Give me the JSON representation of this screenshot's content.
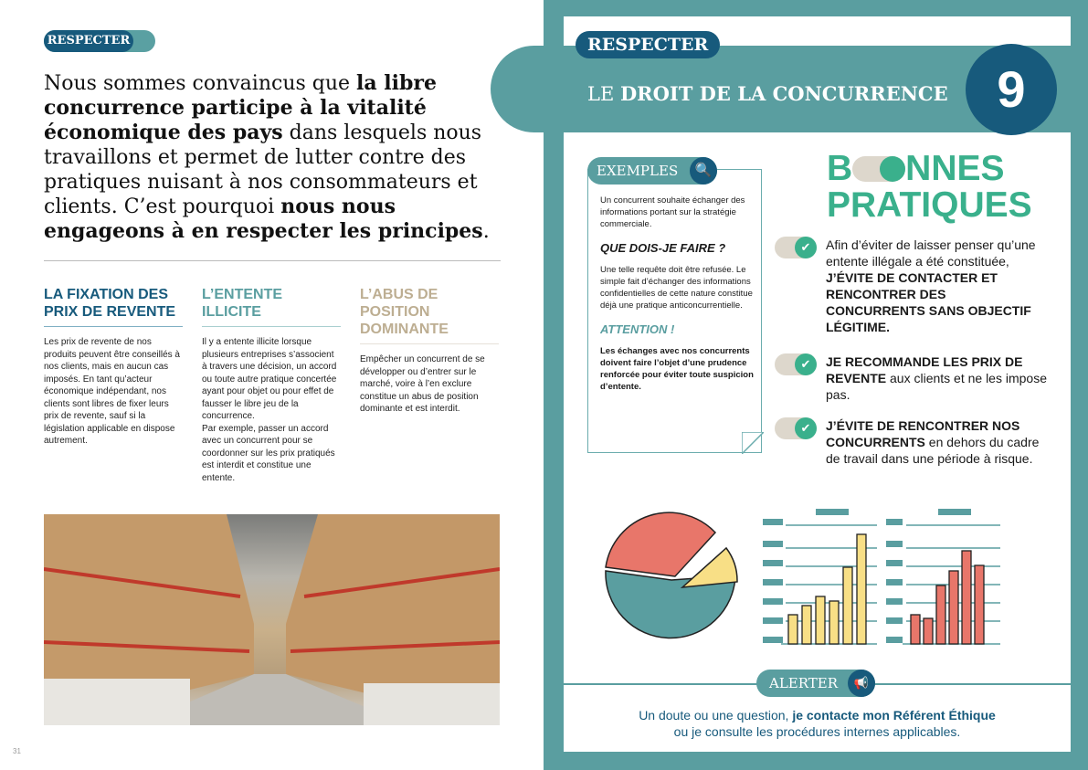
{
  "left": {
    "badge": "RESPECTER",
    "intro": {
      "t1": "Nous sommes convaincus que ",
      "b1": "la libre concurrence participe à la vitalité économique des pays",
      "t2": " dans lesquels nous travaillons et permet de lutter contre des pratiques nuisant à nos consommateurs et clients. C’est pourquoi ",
      "b2": "nous nous engageons à en respecter les principes",
      "t3": "."
    },
    "columns": [
      {
        "title": "LA FIXATION DES PRIX DE REVENTE",
        "text": "Les prix de revente de nos produits peuvent être conseillés à nos clients, mais en aucun cas imposés. En tant qu’acteur économique indépendant, nos clients sont libres de fixer leurs prix de revente, sauf si la législation applicable en dispose autrement."
      },
      {
        "title": "L’ENTENTE ILLICITE",
        "text": "Il y a entente illicite lorsque plusieurs entreprises s’associent à travers une décision, un accord ou toute autre pratique concertée ayant pour objet ou pour effet de fausser le libre jeu de la concurrence.",
        "text2": "Par exemple, passer un accord avec un concurrent pour se coordonner sur les prix pratiqués est interdit et constitue une entente."
      },
      {
        "title": "L’ABUS DE POSITION DOMINANTE",
        "text": "Empêcher un concurrent de se développer ou d’entrer sur le marché, voire à l’en exclure constitue un abus de position dominante et est interdit."
      }
    ],
    "page_number": "31"
  },
  "right": {
    "badge": "RESPECTER",
    "title_pre": "LE ",
    "title_bold": "DROIT DE LA CONCURRENCE",
    "number": "9",
    "examples": {
      "label": "EXEMPLES",
      "icon": "search-icon",
      "intro": "Un concurrent souhaite échanger des informations portant sur la stratégie commerciale.",
      "q": "QUE DOIS-JE FAIRE ?",
      "answer": "Une telle requête doit être refusée. Le simple fait d’échanger des informations confidentielles de cette nature constitue déjà une pratique anticoncurrentielle.",
      "attention": "ATTENTION !",
      "warning": "Les échanges avec nos concurrents doivent faire l’objet d’une prudence renforcée pour éviter toute suspicion d’entente."
    },
    "good_practices": {
      "title1": "B",
      "title1b": "NNES",
      "title2": "PRATIQUES",
      "items": [
        {
          "pre": "Afin d’éviter de laisser penser qu’une entente illégale a été constituée, ",
          "bold": "J’ÉVITE DE CONTACTER ET RENCONTRER DES CONCURRENTS SANS OBJECTIF LÉGITIME.",
          "post": ""
        },
        {
          "pre": "",
          "bold": "JE RECOMMANDE LES PRIX DE REVENTE",
          "post": " aux clients et ne les impose pas."
        },
        {
          "pre": "",
          "bold": "J’ÉVITE DE RENCONTRER NOS CONCURRENTS",
          "post": " en dehors du cadre de travail dans une période à risque."
        }
      ]
    },
    "alert": {
      "label": "ALERTER",
      "icon": "megaphone-icon",
      "text1": "Un doute ou une question, ",
      "bold": "je contacte mon Référent Éthique",
      "text2": "ou je consulte les procédures internes applicables."
    },
    "colors": {
      "teal": "#5a9ea0",
      "navy": "#175a7c",
      "green": "#3ab08c",
      "salmon": "#e8766a",
      "yellow": "#f8df86"
    }
  }
}
